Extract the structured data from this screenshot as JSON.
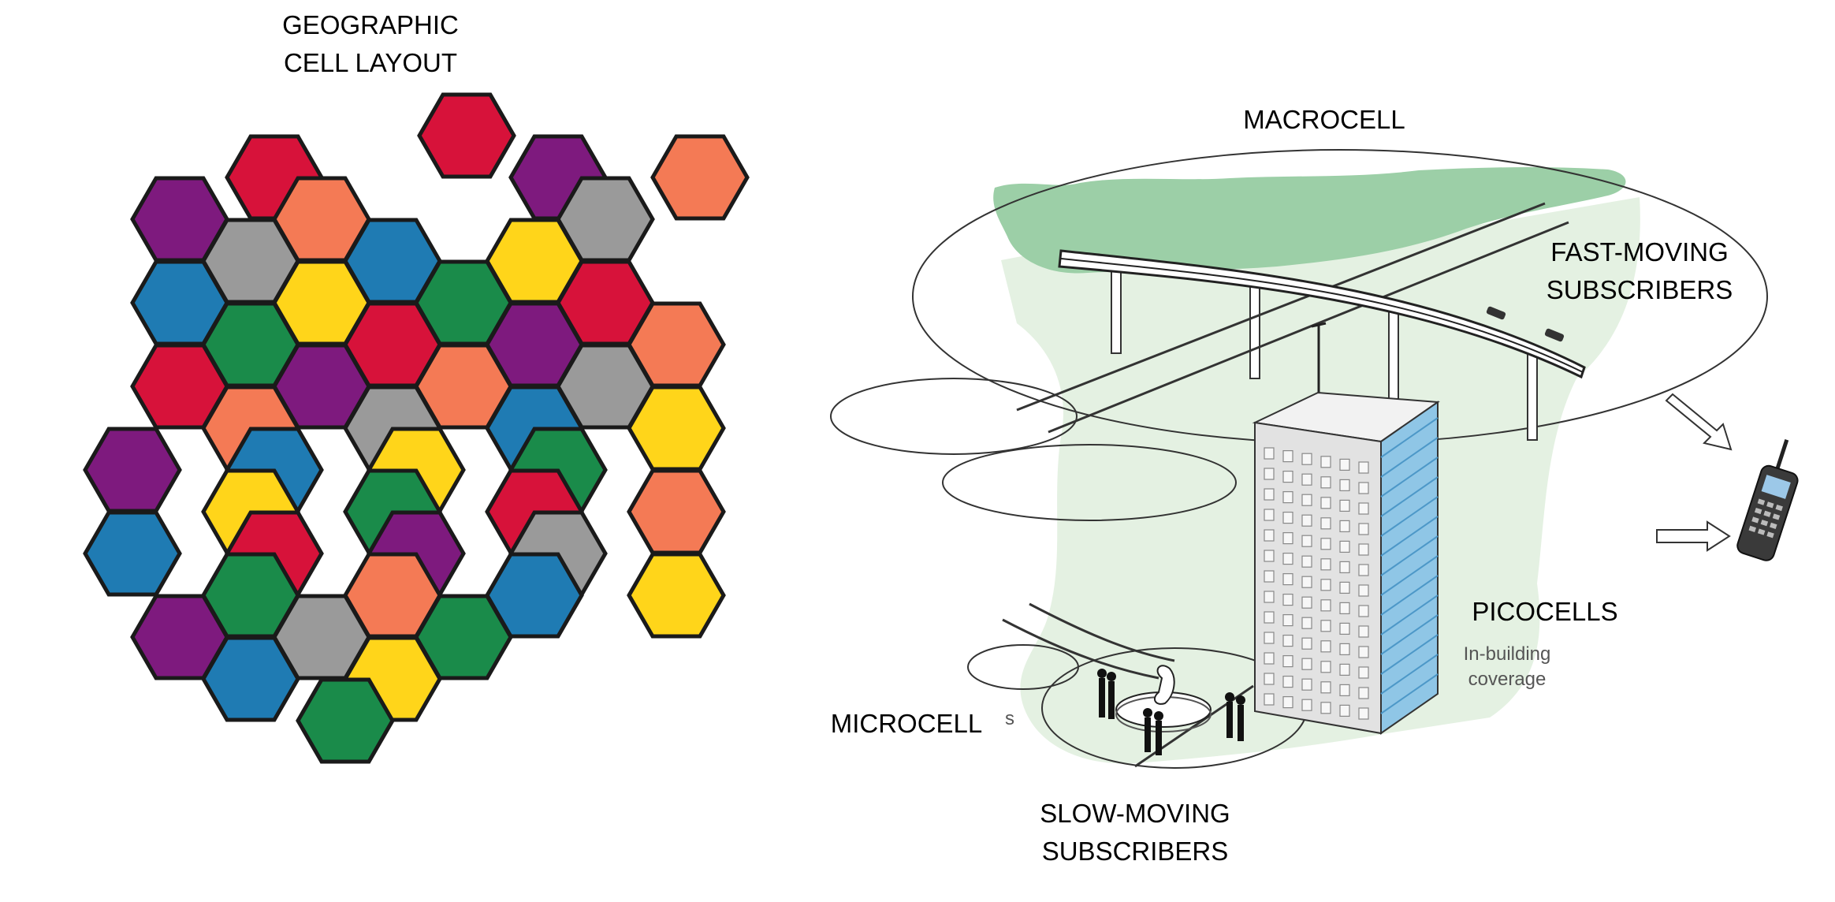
{
  "left_panel": {
    "title_line1": "GEOGRAPHIC",
    "title_line2": "CELL LAYOUT"
  },
  "right_panel": {
    "macrocell": "MACROCELL",
    "fast_moving_line1": "FAST-MOVING",
    "fast_moving_line2": "SUBSCRIBERS",
    "picocells": "PICOCELLS",
    "in_building_line1": "In-building",
    "in_building_line2": "coverage",
    "microcell": "MICROCELL",
    "microcell_marker": "s",
    "slow_moving_line1": "SLOW-MOVING",
    "slow_moving_line2": "SUBSCRIBERS"
  },
  "colors": {
    "red": "#d7123a",
    "orange": "#f47a55",
    "gray": "#9a9a9a",
    "purple": "#7e1a7e",
    "blue": "#1f7bb3",
    "yellow": "#ffd51a",
    "green": "#1a8b4a",
    "hex_border": "#1a1a1a",
    "terrain_dark": "#9ccfa7",
    "terrain_light": "#e4f1e2"
  },
  "hex_grid": {
    "rows": [
      [
        "",
        "",
        "",
        "red",
        "",
        ""
      ],
      [
        "",
        "red",
        "",
        "purple",
        "orange",
        ""
      ],
      [
        "purple",
        "orange",
        "",
        "gray",
        "",
        ""
      ],
      [
        "",
        "gray",
        "blue",
        "yellow",
        "",
        ""
      ],
      [
        "blue",
        "yellow",
        "green",
        "red",
        "",
        ""
      ],
      [
        "",
        "green",
        "red",
        "purple",
        "orange",
        ""
      ],
      [
        "red",
        "purple",
        "orange",
        "gray",
        "",
        ""
      ],
      [
        "",
        "orange",
        "gray",
        "blue",
        "yellow",
        ""
      ],
      [
        "purple",
        "blue",
        "yellow",
        "green",
        "",
        ""
      ],
      [
        "",
        "yellow",
        "green",
        "red",
        "orange",
        ""
      ],
      [
        "blue",
        "red",
        "purple",
        "gray",
        "",
        ""
      ],
      [
        "",
        "green",
        "orange",
        "blue",
        "yellow",
        ""
      ],
      [
        "purple",
        "gray",
        "green",
        "",
        "",
        ""
      ],
      [
        "",
        "blue",
        "yellow",
        "",
        "",
        ""
      ],
      [
        "",
        "green",
        "",
        "",
        "",
        ""
      ]
    ]
  }
}
